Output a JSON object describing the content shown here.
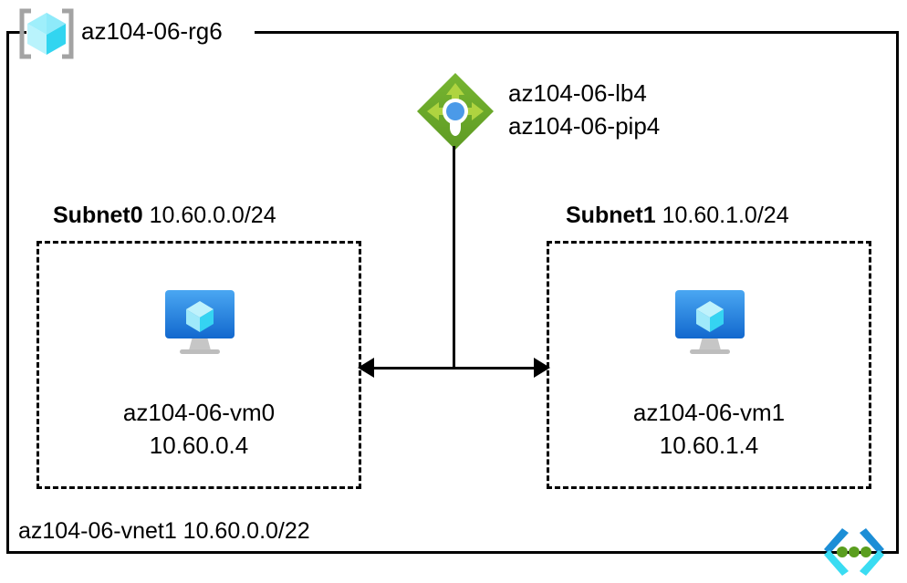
{
  "diagram": {
    "resource_group": {
      "icon": "resource-group-cube-icon",
      "label": "az104-06-rg6"
    },
    "load_balancer": {
      "icon": "load-balancer-icon",
      "lb_name": "az104-06-lb4",
      "pip_name": "az104-06-pip4"
    },
    "subnets": [
      {
        "name": "Subnet0",
        "cidr": "10.60.0.0/24",
        "vm": {
          "icon": "virtual-machine-icon",
          "name": "az104-06-vm0",
          "ip": "10.60.0.4"
        }
      },
      {
        "name": "Subnet1",
        "cidr": "10.60.1.0/24",
        "vm": {
          "icon": "virtual-machine-icon",
          "name": "az104-06-vm1",
          "ip": "10.60.1.4"
        }
      }
    ],
    "vnet": {
      "icon": "virtual-network-icon",
      "label": "az104-06-vnet1 10.60.0.0/22"
    },
    "colors": {
      "border": "#000000",
      "resource_group_cube_light": "#9FEFFB",
      "resource_group_cube_dark": "#32D5F0",
      "resource_group_bracket": "#A3A3A3",
      "load_balancer_diamond": "#6BA32B",
      "load_balancer_arrow": "#A4D037",
      "load_balancer_dot": "#4B9AE8",
      "vm_monitor_top": "#3C9BEF",
      "vm_monitor_bottom": "#1268CE",
      "vm_stand": "#B5B5B5",
      "vnet_chevron_dark": "#1C8ED6",
      "vnet_chevron_light": "#3ADCF2",
      "vnet_dot": "#5A9E1F"
    }
  }
}
